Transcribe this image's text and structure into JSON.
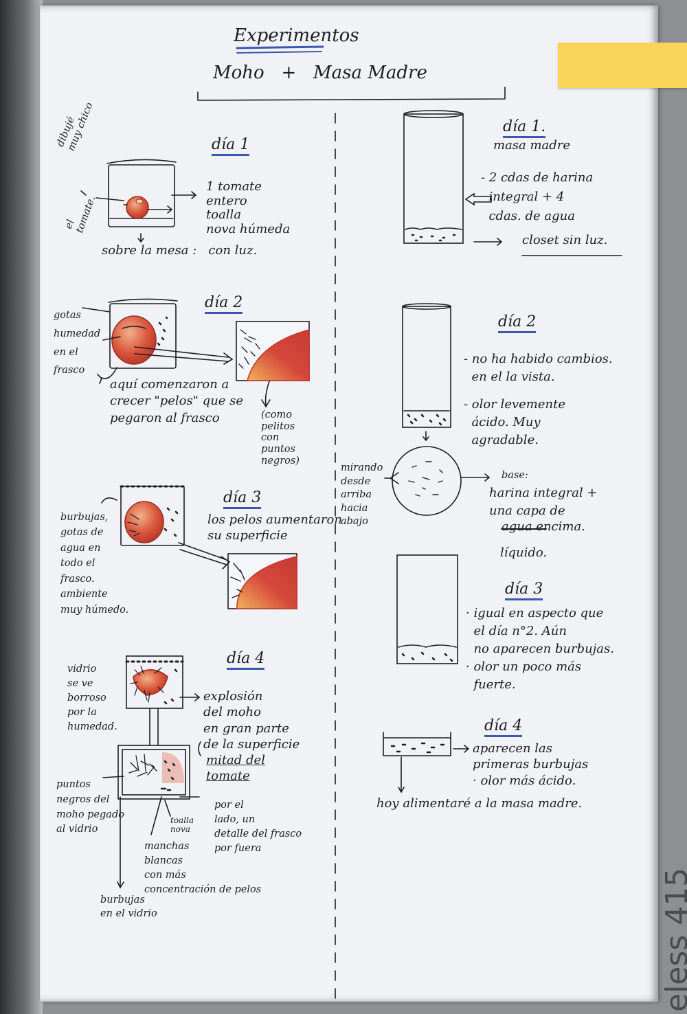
{
  "header": {
    "title": "Experimentos",
    "subtitle": "Moho   +   Masa Madre"
  },
  "left": {
    "dia1": {
      "heading": "día 1",
      "note": "dibujé\nmuy chico",
      "label_tomate": "el\ntomate.",
      "desc": "1 tomate\nentero\ntoalla\nnova húmeda",
      "footer": "sobre la mesa :   con luz."
    },
    "dia2": {
      "heading": "día 2",
      "label_gotas": "gotas\nhumedad\nen el\nfrasco",
      "desc": "aquí comenzaron a\ncrecer \"pelos\" que se\npegaron al frasco",
      "note": "(como\npelitos\ncon\npuntos\nnegros)"
    },
    "dia3": {
      "heading": "día 3",
      "desc": "los pelos aumentaron\nsu superficie",
      "label": "burbujas,\ngotas de\nagua en\ntodo el\nfrasco.\nambiente\nmuy húmedo."
    },
    "dia4": {
      "heading": "día 4",
      "label_vidrio": "vidrio\nse ve\nborroso\npor la\nhumedad.",
      "desc": "explosión\ndel moho\nen gran parte\nde la superficie",
      "mitad": "mitad del\ntomate",
      "puntos": "puntos\nnegros del\nmoho pegado\nal vidrio",
      "toalla": "toalla\nnova",
      "lado": "por el\nlado, un\ndetalle del frasco\npor fuera",
      "manchas": "manchas\nblancas\ncon más\nconcentración de pelos",
      "burbujas": "burbujas\nen el vidrio"
    }
  },
  "right": {
    "dia1": {
      "heading": "día 1.",
      "sub": "masa madre",
      "desc": "- 2 cdas de harina\n  integral + 4\n  cdas. de agua",
      "closet": "closet sin luz."
    },
    "dia2": {
      "heading": "día 2",
      "desc1": "- no ha habido cambios.\n  en el la vista.",
      "desc2": "- olor levemente\n  ácido. Muy\n  agradable.",
      "mirando": "mirando\ndesde\narriba\nhacia\nabajo",
      "base_label": "base:",
      "base_desc": "harina integral +\nuna capa de",
      "agua": "agua",
      "encima": " encima.",
      "liquido": "líquido."
    },
    "dia3": {
      "heading": "día 3",
      "desc": "· igual en aspecto que\n  el día n°2. Aún\n  no aparecen burbujas.\n· olor un poco más\n  fuerte."
    },
    "dia4": {
      "heading": "día 4",
      "desc": "aparecen las\nprimeras burbujas\n· olor más ácido.",
      "hoy": "hoy alimentaré a la masa madre."
    }
  },
  "background": {
    "edge_text": "eless 415"
  },
  "colors": {
    "ink": "#1d1d24",
    "underline": "#3c57b0",
    "tomato": "#d4533a",
    "tomato_light": "#e9a078",
    "sticky": "#fbd45a",
    "page": "#f1f2f6"
  }
}
